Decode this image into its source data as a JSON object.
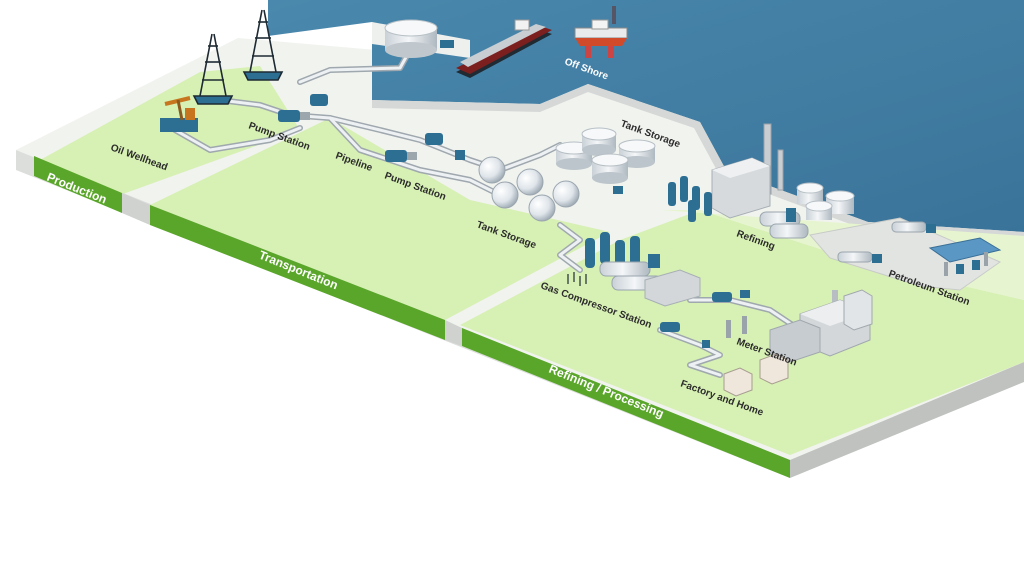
{
  "stages": {
    "production": "Production",
    "transportation": "Transportation",
    "refining": "Refining / Processing"
  },
  "labels": {
    "oil_wellhead": "Oil Wellhead",
    "pump_station_1": "Pump Station",
    "pipeline": "Pipeline",
    "pump_station_2": "Pump Station",
    "tank_storage_1": "Tank Storage",
    "tank_storage_2": "Tank Storage",
    "off_shore": "Off Shore",
    "refining": "Refining",
    "gas_compressor_station": "Gas Compressor Station",
    "meter_station": "Meter Station",
    "factory_and_home": "Factory and Home",
    "petroleum_station": "Petroleum Station"
  },
  "colors": {
    "sea": "#3f7fa6",
    "land": "#f1f3ef",
    "zone_green": "#d7f0b4",
    "band_green": "#5aa62a",
    "slab_side": "#d9dbd8",
    "pipe": "#dfe3e6",
    "tank": "#e7ebee",
    "equipment_blue": "#2c6f93"
  }
}
